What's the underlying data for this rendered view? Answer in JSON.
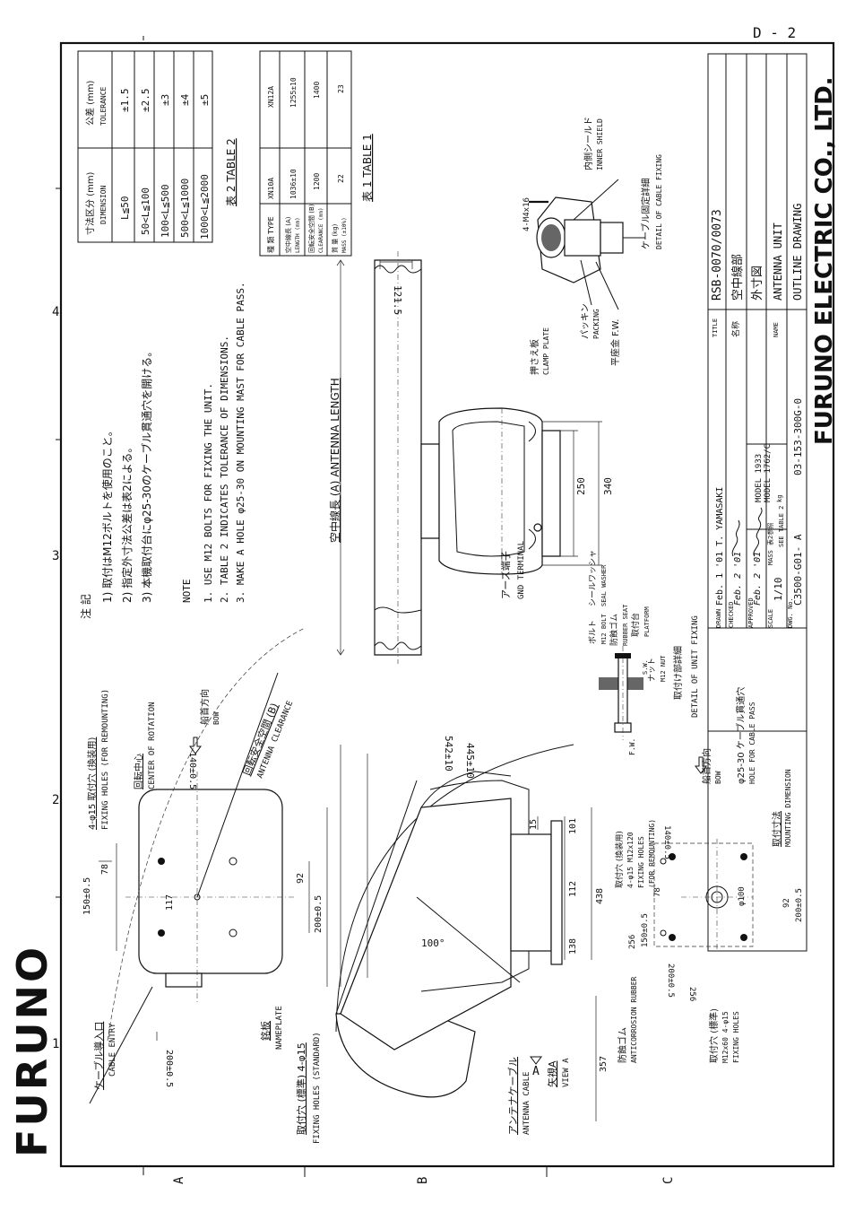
{
  "sheet": {
    "page_label": "D - 2",
    "grid_top": [
      "1",
      "2",
      "3",
      "4"
    ],
    "grid_side": [
      "A",
      "B",
      "C"
    ],
    "logo": "FURUNO",
    "company": "FURUNO ELECTRIC CO., LTD."
  },
  "title_block": {
    "drawn_label": "DRAWN",
    "drawn_value": "Feb. 1 '01  T. YAMASAKI",
    "checked_label": "CHECKED",
    "checked_value": "Feb. 2 '01",
    "approved_label": "APPROVED",
    "approved_value": "Feb. 2 '01",
    "scale_label": "SCALE",
    "scale_value": "1/10",
    "mass_label": "MASS",
    "mass_unit": "kg",
    "mass_value": "SEE TABLE 2",
    "mass_jp": "表2参照",
    "dwg_no_label": "DWG. No.",
    "dwg_no": "C3500-G01- A",
    "code": "03-153-300G-0",
    "model_1": "MODEL 1933",
    "model_2": "MODEL 1762/C",
    "title_label": "TITLE",
    "title_value": "RSB-0070/0073",
    "name_jp_label": "名称",
    "name_jp_value": "空中線部",
    "name_jp_value2": "外寸図",
    "name_label": "NAME",
    "name_en": "ANTENNA UNIT",
    "name_en2": "OUTLINE DRAWING"
  },
  "table2": {
    "caption": "表 2  TABLE 2",
    "header_dim_jp": "寸法区分 (mm)",
    "header_dim_en": "DIMENSION",
    "header_tol_jp": "公差 (mm)",
    "header_tol_en": "TOLERANCE",
    "rows": [
      {
        "dim": "L≦50",
        "tol": "±1.5"
      },
      {
        "dim": "50<L≦100",
        "tol": "±2.5"
      },
      {
        "dim": "100<L≦500",
        "tol": "±3"
      },
      {
        "dim": "500<L≦1000",
        "tol": "±4"
      },
      {
        "dim": "1000<L≦2000",
        "tol": "±5"
      }
    ]
  },
  "table1": {
    "caption": "表 1  TABLE 1",
    "col_type": "種 類  TYPE",
    "col_a": "XN10A",
    "col_b": "XN12A",
    "rows": [
      {
        "label_jp": "空中線長 (A)",
        "label_en": "LENGTH (mm)",
        "a": "1036±10",
        "b": "1255±10"
      },
      {
        "label_jp": "回転安全空間 (B)",
        "label_en": "CLEARANCE (mm)",
        "a": "1200",
        "b": "1400"
      },
      {
        "label_jp": "質 量 (kg)",
        "label_en": "MASS (±10%)",
        "a": "22",
        "b": "23"
      }
    ]
  },
  "notes": {
    "jp_title": "注 記",
    "jp": [
      "1) 取付はM12ボルトを使用のこと。",
      "2) 指定外寸法公差は表2による。",
      "3) 本機取付台にφ25-30のケーブル貫通穴を開ける。"
    ],
    "en_title": "NOTE",
    "en": [
      "1. USE M12 BOLTS FOR FIXING THE UNIT.",
      "2. TABLE 2 INDICATES TOLERANCE OF DIMENSIONS.",
      "3. MAKE A HOLE φ25-30 ON MOUNTING MAST FOR CABLE PASS."
    ]
  },
  "labels": {
    "antenna_length_jp": "空中線長 (A) ANTENNA LENGTH",
    "dim_121_5": "121.5",
    "gnd_jp": "アース端子",
    "gnd_en": "GND TERMINAL",
    "dim_250": "250",
    "dim_340": "340",
    "clamp_jp": "押さえ板",
    "clamp_en": "CLAMP PLATE",
    "packing_jp": "パッキン",
    "packing_en": "PACKING",
    "fw_jp": "平座金 F.W.",
    "inner_jp": "内側シールド",
    "inner_en": "INNER SHIELD",
    "bolt_spec": "4-M4x16",
    "cable_fix_jp": "ケーブル固定詳細",
    "cable_fix_en": "DETAIL OF CABLE FIXING",
    "bolt_jp": "ボルト",
    "bolt_en": "M12 BOLT",
    "seal_jp": "シールワッシャ",
    "seal_en": "SEAL WASHER",
    "rubber_jp": "防蝕ゴム",
    "rubber_en": "RUBBER SEAT",
    "platform_jp": "取付台",
    "platform_en": "PLATFORM",
    "sw": "S.W.",
    "nut_jp": "ナット",
    "nut_en": "M12 NUT",
    "fw": "F.W.",
    "unit_fix_jp": "取付け部詳細",
    "unit_fix_en": "DETAIL OF UNIT FIXING",
    "dim_542": "542±10",
    "dim_445": "445±10",
    "dim_15": "15",
    "dim_101": "101",
    "dim_112": "112",
    "dim_138": "138",
    "dim_438": "438",
    "dim_357": "357",
    "angle_100": "100°",
    "remount_jp": "取付穴 (換装用)",
    "remount_spec": "4-φ15 M12x120",
    "remount_en": "FIXING HOLES",
    "remount_en2": "(FOR REMOUNTING)",
    "bow_jp": "船首方向",
    "bow_en": "BOW",
    "cable_pass_jp": "φ25-30 ケーブル貫通穴",
    "cable_pass_en": "HOLE FOR CABLE PASS",
    "mount_dim_jp": "取付寸法",
    "mount_dim_en": "MOUNTING DIMENSION",
    "dim_140_r": "140±0.5",
    "dim_phi100": "φ100",
    "dim_256_a": "256",
    "dim_150_r": "150±0.5",
    "dim_78_r": "78",
    "dim_92_r": "92",
    "dim_200_r": "200±0.5",
    "dim_200_v": "200±0.5",
    "dim_256_b": "256",
    "anti_jp": "防蝕ゴム",
    "anti_en": "ANTICORROSION RUBBER",
    "std_holes_jp": "取付穴 (標準)",
    "std_holes_spec": "M12x60  4-φ15",
    "std_holes_en": "FIXING HOLES",
    "antenna_cable_jp": "アンテナケーブル",
    "antenna_cable_en": "ANTENNA CABLE",
    "view_a_mark": "A",
    "view_a_jp": "矢視A",
    "view_a_en": "VIEW A",
    "cable_entry_jp": "ケーブル導入口",
    "cable_entry_en": "CABLE ENTRY",
    "dim_150_t": "150±0.5",
    "dim_78_t": "78",
    "dim_117": "117",
    "dim_92_t": "92",
    "dim_200_t": "200±0.5",
    "dim_140_t": "140±0.5",
    "fix_remount_t_jp": "4-φ15 取付穴 (換装用)",
    "fix_remount_t_en": "FIXING HOLES (FOR REMOUNTING)",
    "center_jp": "回転中心",
    "center_en": "CENTER OF ROTATION",
    "bow_t_jp": "船首方向",
    "bow_t_en": "BOW",
    "clearance_jp": "回転安全空間 (B)",
    "clearance_en": "ANTENNA CLEARANCE",
    "nameplate_jp": "銘板",
    "nameplate_en": "NAMEPLATE",
    "std_t_jp": "取付穴 (標準)  4-φ15",
    "std_t_en": "FIXING HOLES (STANDARD)",
    "dim_200_left": "200±0.5"
  }
}
